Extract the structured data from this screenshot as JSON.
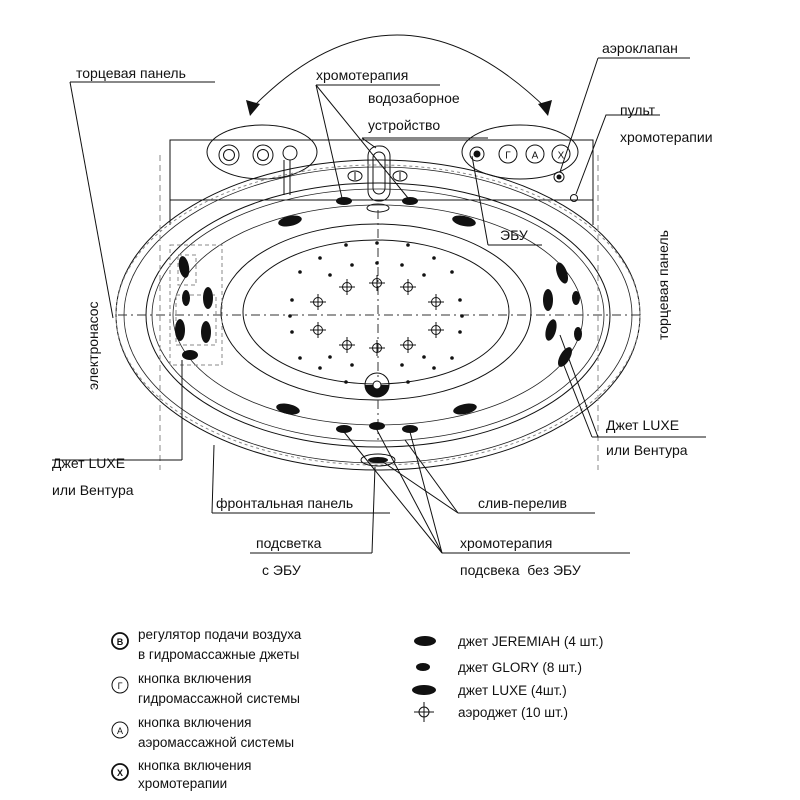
{
  "labels": {
    "end_panel_left": "торцевая панель",
    "chromotherapy_top": "хромотерапия",
    "water_intake_1": "водозаборное",
    "water_intake_2": "устройство",
    "air_valve": "аэроклапан",
    "chromo_remote_1": "пульт",
    "chromo_remote_2": "хромотерапии",
    "ecu": "ЭБУ",
    "end_panel_right": "торцевая панель",
    "electropump": "электронасос",
    "jet_right_1": "Джет LUXE",
    "jet_right_2": "или Вентура",
    "jet_left_1": "Джет LUXE",
    "jet_left_2": "или Вентура",
    "front_panel": "фронтальная панель",
    "overflow": "слив-перелив",
    "backlight_ecu_1": "подсветка",
    "backlight_ecu_2": "с ЭБУ",
    "chromo_bottom_1": "хромотерапия",
    "chromo_bottom_2": "подсвека  без ЭБУ"
  },
  "panel_buttons": [
    "Г",
    "А",
    "Х"
  ],
  "legend_left": [
    {
      "symbol": "В",
      "line1": "регулятор подачи воздуха",
      "line2": "в гидромассажные джеты"
    },
    {
      "symbol": "Г",
      "line1": "кнопка включения",
      "line2": "гидромассажной системы"
    },
    {
      "symbol": "А",
      "line1": "кнопка включения",
      "line2": "аэромассажной системы"
    },
    {
      "symbol": "Х",
      "line1": "кнопка включения",
      "line2": "хромотерапии"
    }
  ],
  "legend_right": [
    {
      "symbol": "jeremiah",
      "text": "джет JEREMIAH (4 шт.)"
    },
    {
      "symbol": "glory",
      "text": "джет GLORY (8 шт.)"
    },
    {
      "symbol": "luxe",
      "text": "джет LUXE (4шт.)"
    },
    {
      "symbol": "aero",
      "text": "аэроджет (10 шт.)"
    }
  ]
}
